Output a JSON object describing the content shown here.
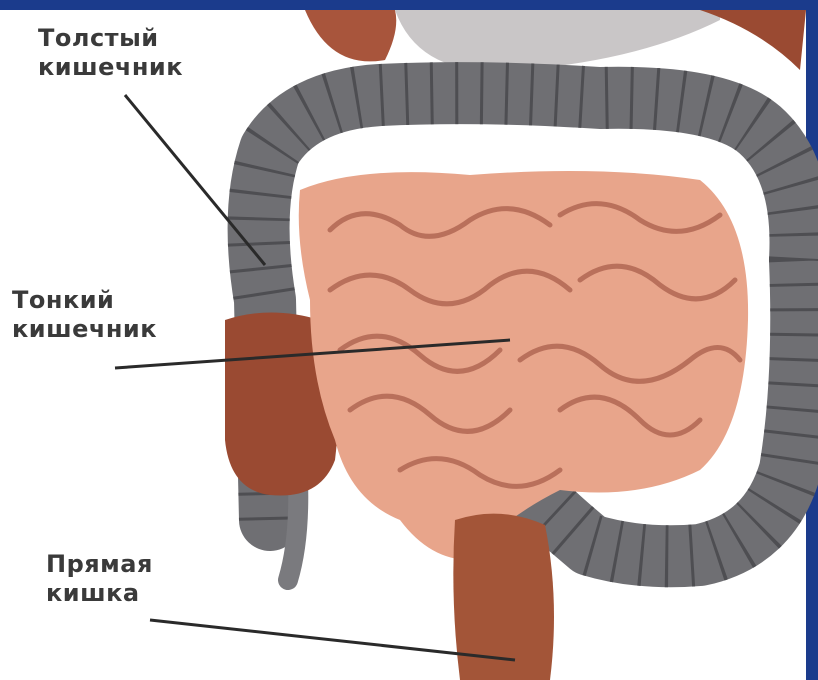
{
  "labels": {
    "large_intestine": {
      "line1": "Толстый",
      "line2": "кишечник"
    },
    "small_intestine": {
      "line1": "Тонкий",
      "line2": "кишечник"
    },
    "rectum": {
      "line1": "Прямая",
      "line2": "кишка"
    }
  },
  "colors": {
    "background_frame": "#1b3b8c",
    "canvas": "#ffffff",
    "large_intestine": "#6f6f73",
    "small_intestine": "#e8a58b",
    "small_intestine_fold": "#b9705b",
    "appendix_cecum": "#9a4a32",
    "rectum": "#a35538",
    "pointer_line": "#2a2a2a",
    "label_text": "#3a3a3a"
  }
}
